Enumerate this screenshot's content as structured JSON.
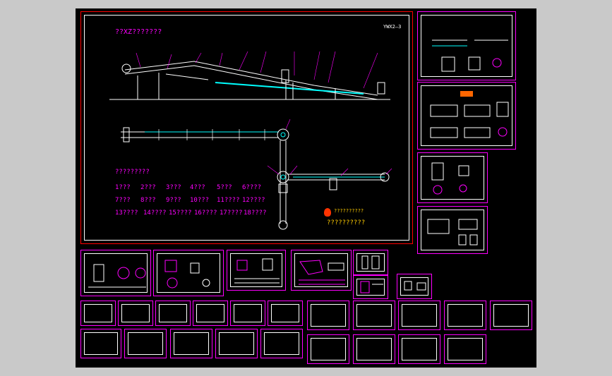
{
  "main_sheet": {
    "title": "??XZ???????",
    "code": "YWX2—3",
    "list_title": "?????????",
    "list_items": [
      [
        "1???",
        "2???",
        "3???",
        "4???",
        "5???",
        "6????"
      ],
      [
        "7???",
        "8???",
        "9???",
        "10???",
        "11????",
        "12????"
      ],
      [
        "13????",
        "14????",
        "15????",
        "16????",
        "17????",
        "18????"
      ]
    ],
    "logo_text": "??????????",
    "logo_subtext": "??????????"
  },
  "colors": {
    "background": "#000000",
    "sheet_border": "#ff00ff",
    "main_border": "#ff0000",
    "frame": "#ffffff",
    "accent": "#00ffff",
    "text": "#ff00ff",
    "highlight": "#ffcc00"
  }
}
